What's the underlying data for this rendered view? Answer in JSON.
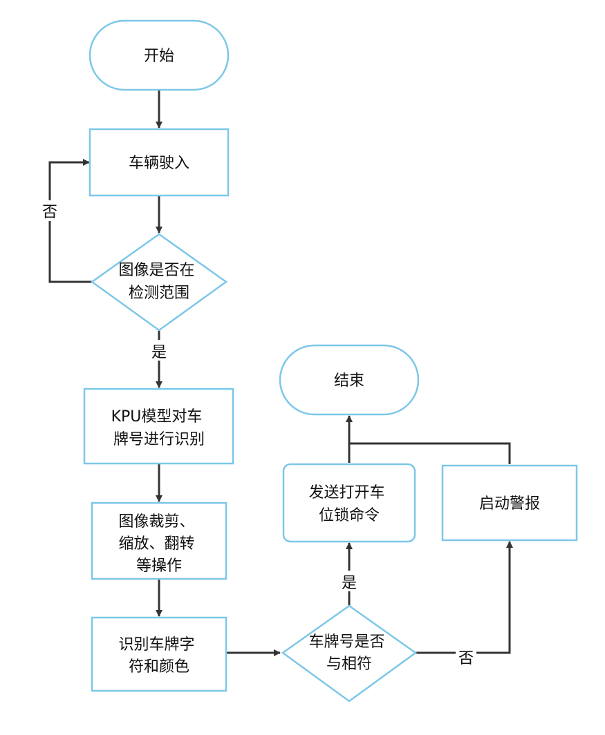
{
  "nodes": {
    "start": {
      "lines": [
        "开始"
      ]
    },
    "vehicle_enter": {
      "lines": [
        "车辆驶入"
      ]
    },
    "image_in_range": {
      "lines": [
        "图像是否在",
        "检测范围"
      ]
    },
    "kpu_recognize": {
      "lines": [
        "KPU模型对车",
        "牌号进行识别"
      ]
    },
    "image_process": {
      "lines": [
        "图像裁剪、",
        "缩放、翻转",
        "等操作"
      ]
    },
    "recognize_chars": {
      "lines": [
        "识别车牌字",
        "符和颜色"
      ]
    },
    "plate_match": {
      "lines": [
        "车牌号是否",
        "与相符"
      ]
    },
    "send_unlock": {
      "lines": [
        "发送打开车",
        "位锁命令"
      ]
    },
    "alarm": {
      "lines": [
        "启动警报"
      ]
    },
    "end": {
      "lines": [
        "结束"
      ]
    }
  },
  "edge_labels": {
    "range_no": "否",
    "range_yes": "是",
    "match_yes": "是",
    "match_no": "否"
  },
  "colors": {
    "shape_stroke": "#7cc7e8",
    "edge": "#333333",
    "text": "#111111"
  }
}
